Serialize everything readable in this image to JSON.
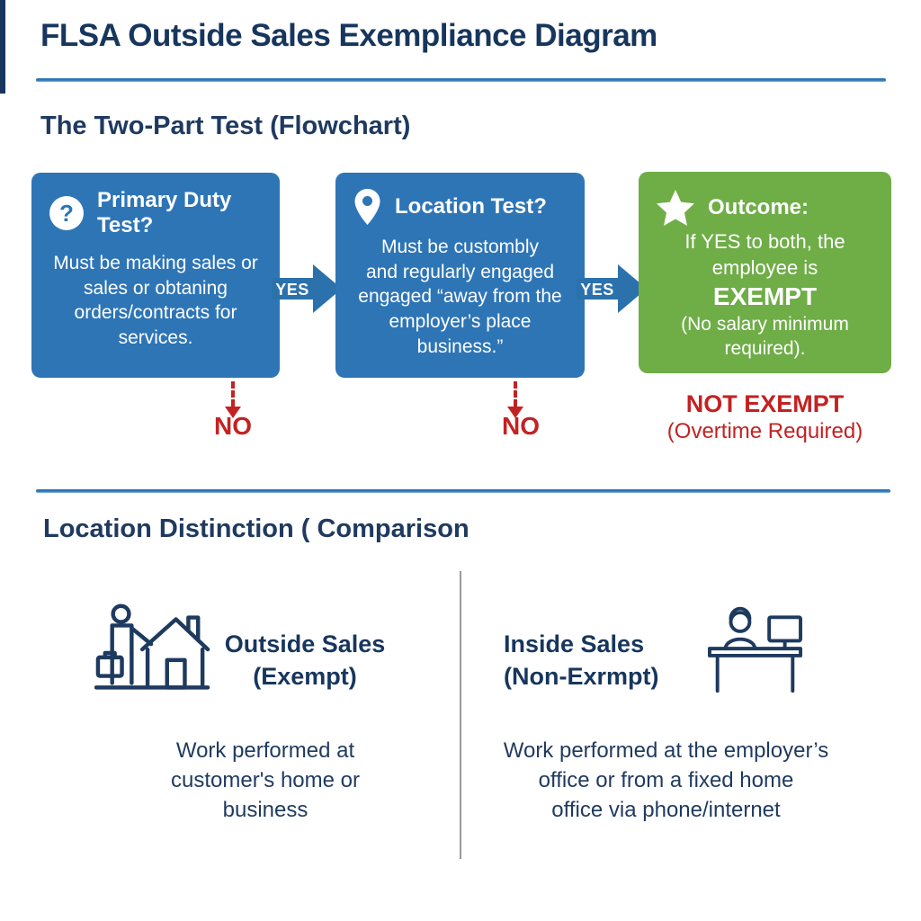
{
  "page": {
    "title": "FLSA Outside Sales Exempliance Diagram"
  },
  "flowchart": {
    "heading": "The Two-Part Test (Flowchart)",
    "yes_label": "YES",
    "no_label": "NO",
    "boxes": [
      {
        "icon": "question-mark-icon",
        "icon_glyph": "?",
        "title": "Primary Duty Test?",
        "body": "Must be making sales or\nsales or obtaning\norders/contracts for\nservices."
      },
      {
        "icon": "location-pin-icon",
        "title": "Location Test?",
        "body": "Must be custombly\nand regularly engaged\nengaged “away from the\nemployer’s place\nbusiness.”"
      },
      {
        "icon": "star-icon",
        "title": "Outcome:",
        "body_intro": "If YES to both, the\nemployee is",
        "body_emphasis": "EXEMPT",
        "body_note": "(No salary minimum required)."
      }
    ],
    "not_exempt": {
      "title": "NOT EXEMPT",
      "subtitle": "(Overtime Required)"
    }
  },
  "comparison": {
    "heading": "Location Distinction ( Comparison",
    "left": {
      "icon": "salesperson-house-icon",
      "title": "Outside Sales\n(Exempt)",
      "body": "Work performed at\ncustomer's home or\nbusiness"
    },
    "right": {
      "icon": "desk-worker-icon",
      "title": "Inside Sales\n(Non-Exrmpt)",
      "body": "Work performed at the employer’s\noffice or from a fixed home\noffice via phone/internet"
    }
  },
  "colors": {
    "navy": "#17365d",
    "box_blue": "#2e75b6",
    "green": "#6fad47",
    "red": "#c32222",
    "divider_gray": "#9a9a9a"
  }
}
